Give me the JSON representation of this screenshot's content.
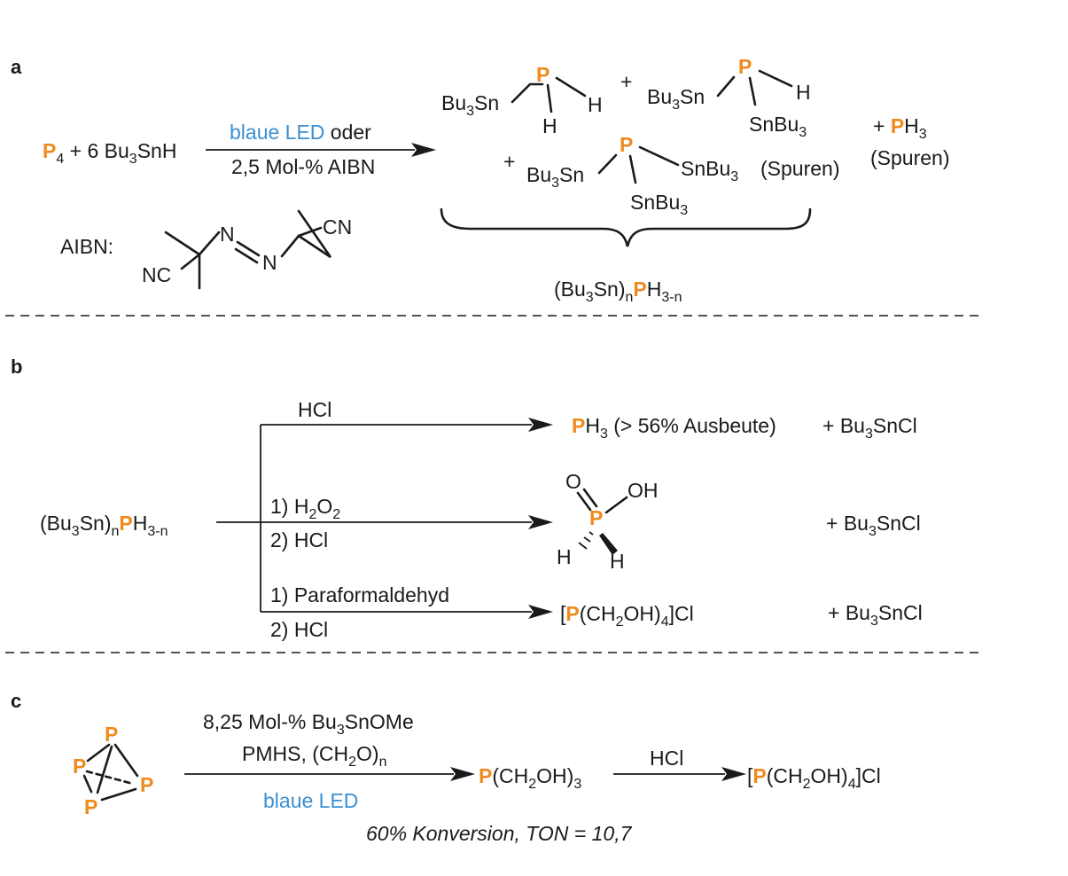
{
  "panels": {
    "a": {
      "label": "a",
      "reactant_p": "P",
      "reactant_p_sub": "4",
      "reactant_rest": " + 6 Bu",
      "reactant_sub3": "3",
      "reactant_end": "SnH",
      "cond_led": "blaue LED",
      "cond_oder": " oder",
      "cond_aibn": "2,5 Mol-% AIBN",
      "aibn_label": "AIBN:",
      "aibn_nc": "NC",
      "aibn_cn": "CN",
      "aibn_n1": "N",
      "aibn_n2": "N",
      "prod1_bu": "Bu",
      "prod1_sub": "3",
      "prod1_sn": "Sn",
      "p_atom": "P",
      "h_atom": "H",
      "plus": "+",
      "snbu": "SnBu",
      "snbu_sub": "3",
      "spuren": "(Spuren)",
      "ph3_plus": "+ ",
      "ph3_p": "P",
      "ph3_h": "H",
      "ph3_sub": "3",
      "spuren2": "(Spuren)",
      "general_open": "(Bu",
      "general_sub3": "3",
      "general_sn": "Sn)",
      "general_n": "n",
      "general_p": "P",
      "general_h": "H",
      "general_sub": "3-n"
    },
    "b": {
      "label": "b",
      "start_open": "(Bu",
      "start_sub3": "3",
      "start_sn": "Sn)",
      "start_n": "n",
      "start_p": "P",
      "start_h": "H",
      "start_sub": "3-n",
      "route1_reagent": "HCl",
      "route1_p": "P",
      "route1_h": "H",
      "route1_sub": "3",
      "route1_yield": " (> 56% Ausbeute)",
      "route1_byproduct": "+ Bu",
      "byproduct_sub": "3",
      "byproduct_end": "SnCl",
      "route2_step1": "1) H",
      "route2_sub2a": "2",
      "route2_o": "O",
      "route2_sub2b": "2",
      "route2_step2": "2) HCl",
      "route2_o_atom": "O",
      "route2_oh": "OH",
      "route2_p": "P",
      "route2_h": "H",
      "route3_step1": "1) Paraformaldehyd",
      "route3_step2": "2) HCl",
      "route3_open": "[",
      "route3_p": "P",
      "route3_mid": "(CH",
      "route3_sub2": "2",
      "route3_oh": "OH)",
      "route3_sub4": "4",
      "route3_cl": "]Cl"
    },
    "c": {
      "label": "c",
      "p4_atom": "P",
      "cond1_pre": "8,25 Mol-% Bu",
      "cond1_sub": "3",
      "cond1_end": "SnOMe",
      "cond2_pre": "PMHS, (CH",
      "cond2_sub": "2",
      "cond2_mid": "O)",
      "cond2_n": "n",
      "cond_led": "blaue LED",
      "prod_p": "P",
      "prod_mid": "(CH",
      "prod_sub2": "2",
      "prod_end": "OH)",
      "prod_sub3": "3",
      "step2_reagent": "HCl",
      "final_open": "[",
      "final_p": "P",
      "final_mid": "(CH",
      "final_sub2": "2",
      "final_oh": "OH)",
      "final_sub4": "4",
      "final_cl": "]Cl",
      "result": "60% Konversion, TON = 10,7"
    }
  },
  "colors": {
    "highlight": "#f08a1c",
    "led": "#3d8fd1",
    "ink": "#1a1a1a"
  }
}
